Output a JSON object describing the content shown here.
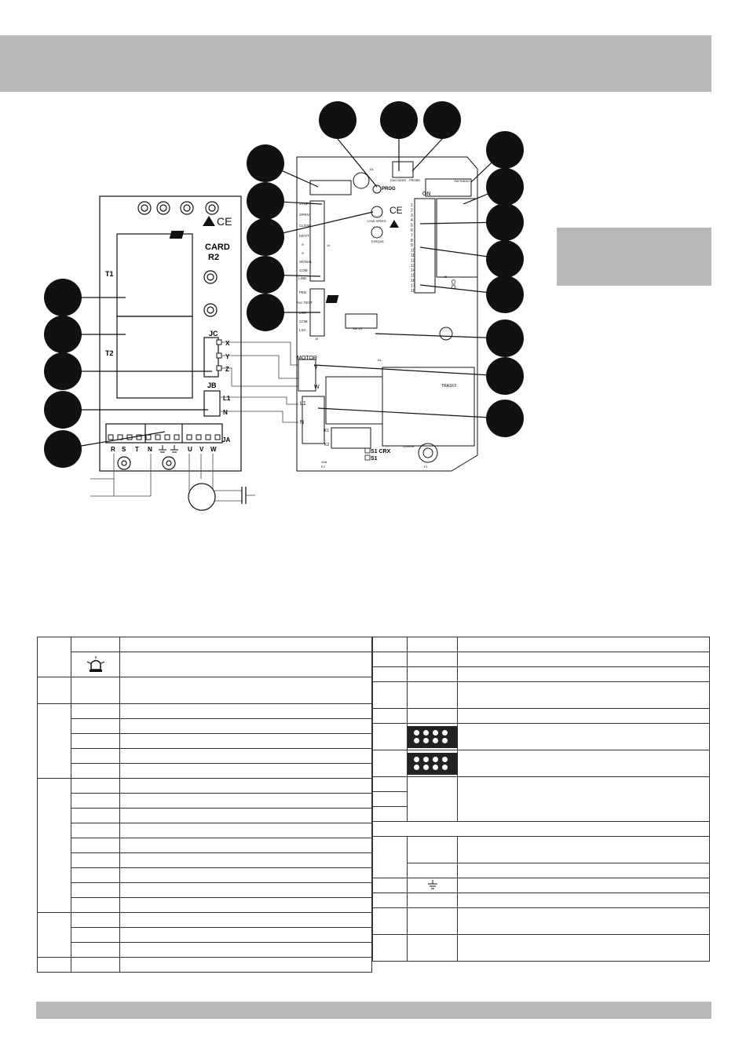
{
  "colors": {
    "band": "#b9b9b9",
    "ink": "#111111",
    "board": "#ffffff"
  },
  "board_left": {
    "card_label_line1": "CARD",
    "card_label_line2": "R2",
    "t1": "T1",
    "t2": "T2",
    "jc": "JC",
    "jb": "JB",
    "ja": "JA",
    "x": "X",
    "y": "Y",
    "z": "Z",
    "l1": "L1",
    "n": "N",
    "ja_terms": [
      "R",
      "S",
      "T",
      "N",
      "U",
      "V",
      "W"
    ]
  },
  "board_right": {
    "connector_labels": [
      "STOP",
      "OPEN",
      "CLOSE",
      "KEY/T",
      "A",
      "A",
      "SIGNAL",
      "COM",
      "LINE"
    ],
    "connector_labels_b": [
      "PED",
      "Acc TEST",
      "LSO",
      "COM",
      "LSC"
    ],
    "motor": "MOTOR",
    "v": "V",
    "w": "W",
    "l1": "L1",
    "n": "N",
    "k1": "K1",
    "k2": "K2",
    "prog": "PROG",
    "encoder": "ENCODER",
    "probe": "PROBE",
    "dl": "DL",
    "on": "ON",
    "sw_radio": "SW RADIO",
    "low_speed": "LOW SPEED",
    "torque": "TORQUE",
    "dip_numbers": [
      "1",
      "2",
      "3",
      "4",
      "5",
      "6",
      "7",
      "8",
      "9",
      "10",
      "11",
      "12",
      "13",
      "14",
      "15",
      "16",
      "17",
      "18"
    ],
    "cio": "CIO",
    "trasf": "TRASF2",
    "fuse": "T100mA",
    "f1": "F1",
    "f2": "F2",
    "fuse2": "10A",
    "s1_crx": "S1 CRX",
    "s1": "S1",
    "sw_s1": "SW S1",
    "dl_b": "DL",
    "ja_b": "J4",
    "j3": "J3",
    "j5": "J5"
  }
}
